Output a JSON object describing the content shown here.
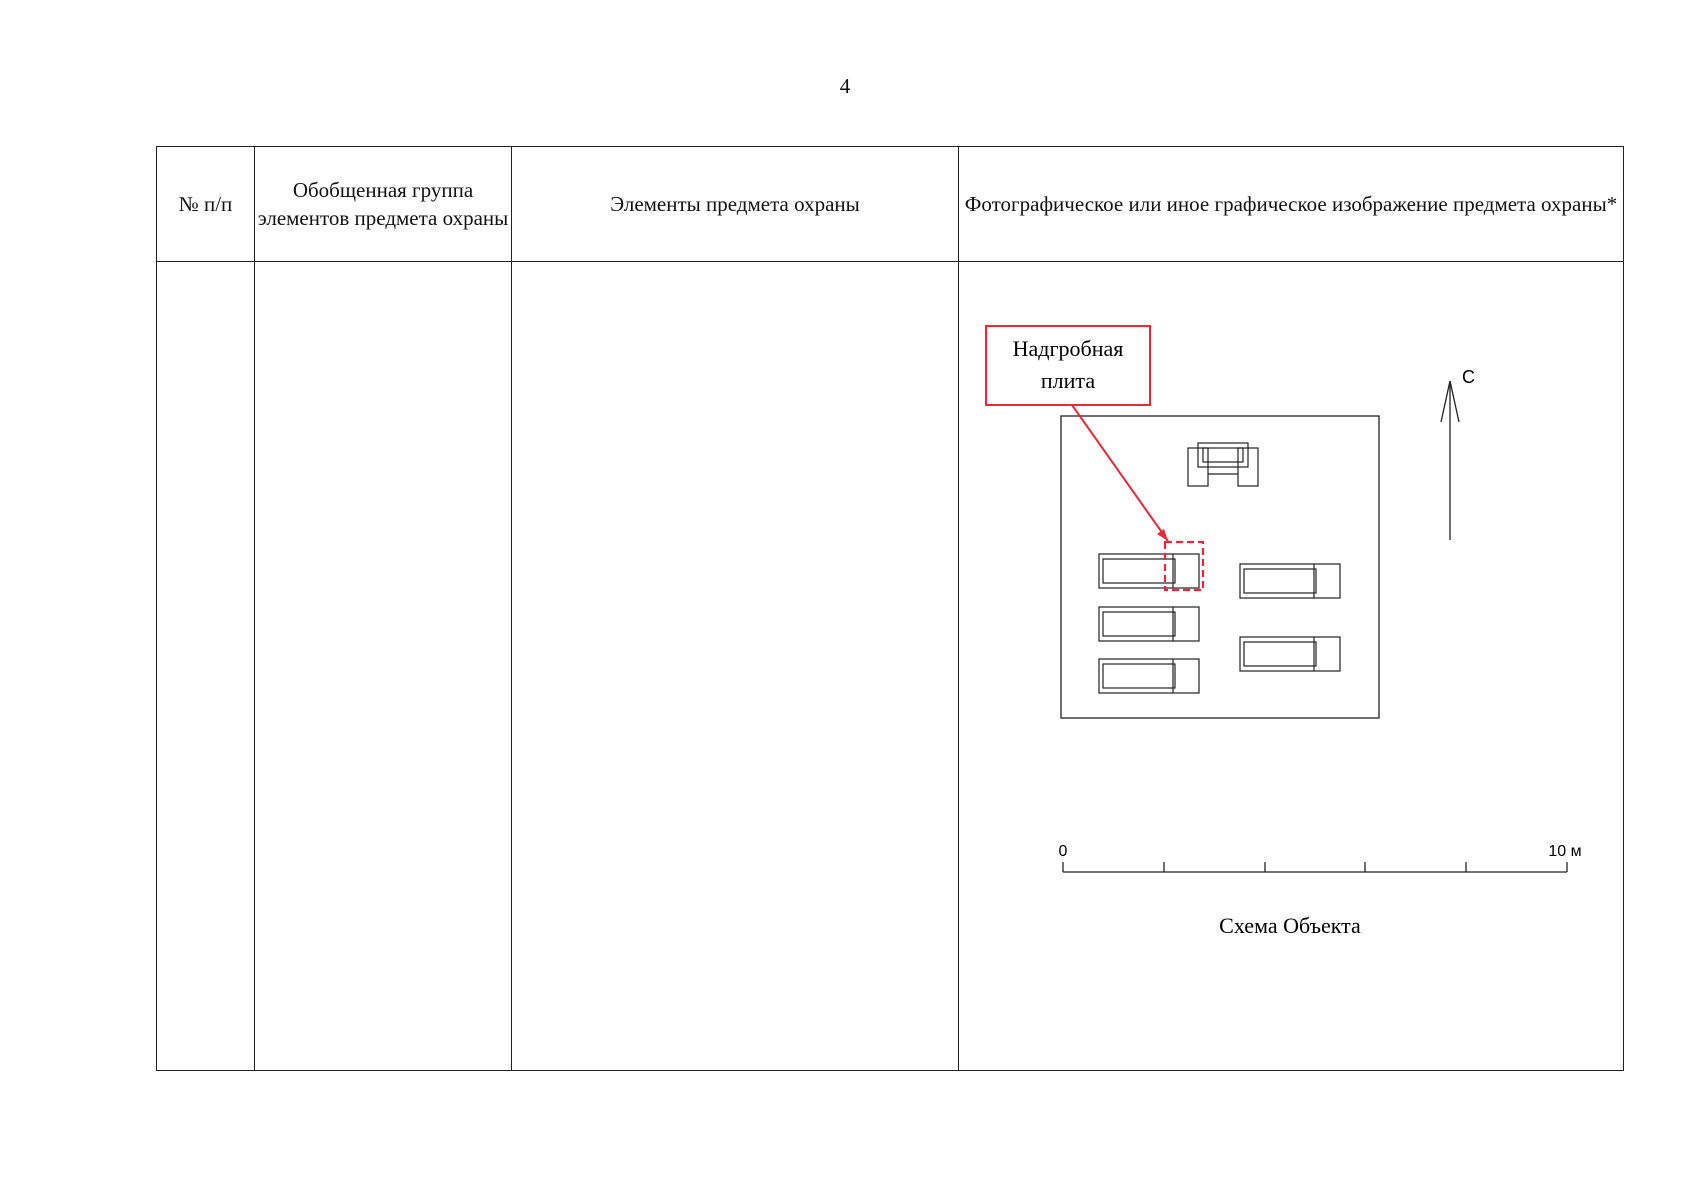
{
  "page": {
    "number": "4"
  },
  "table": {
    "headers": [
      "№ п/п",
      "Обобщенная группа элементов предмета охраны",
      "Элементы предмета охраны",
      "Фотографическое или иное графическое изображение предмета охраны*"
    ]
  },
  "scheme": {
    "callout_line1": "Надгробная",
    "callout_line2": "плита",
    "north_label": "С",
    "scale_start": "0",
    "scale_end": "10 м",
    "caption": "Схема Объекта",
    "highlight_color": "#e8293a",
    "line_color": "#222222"
  }
}
